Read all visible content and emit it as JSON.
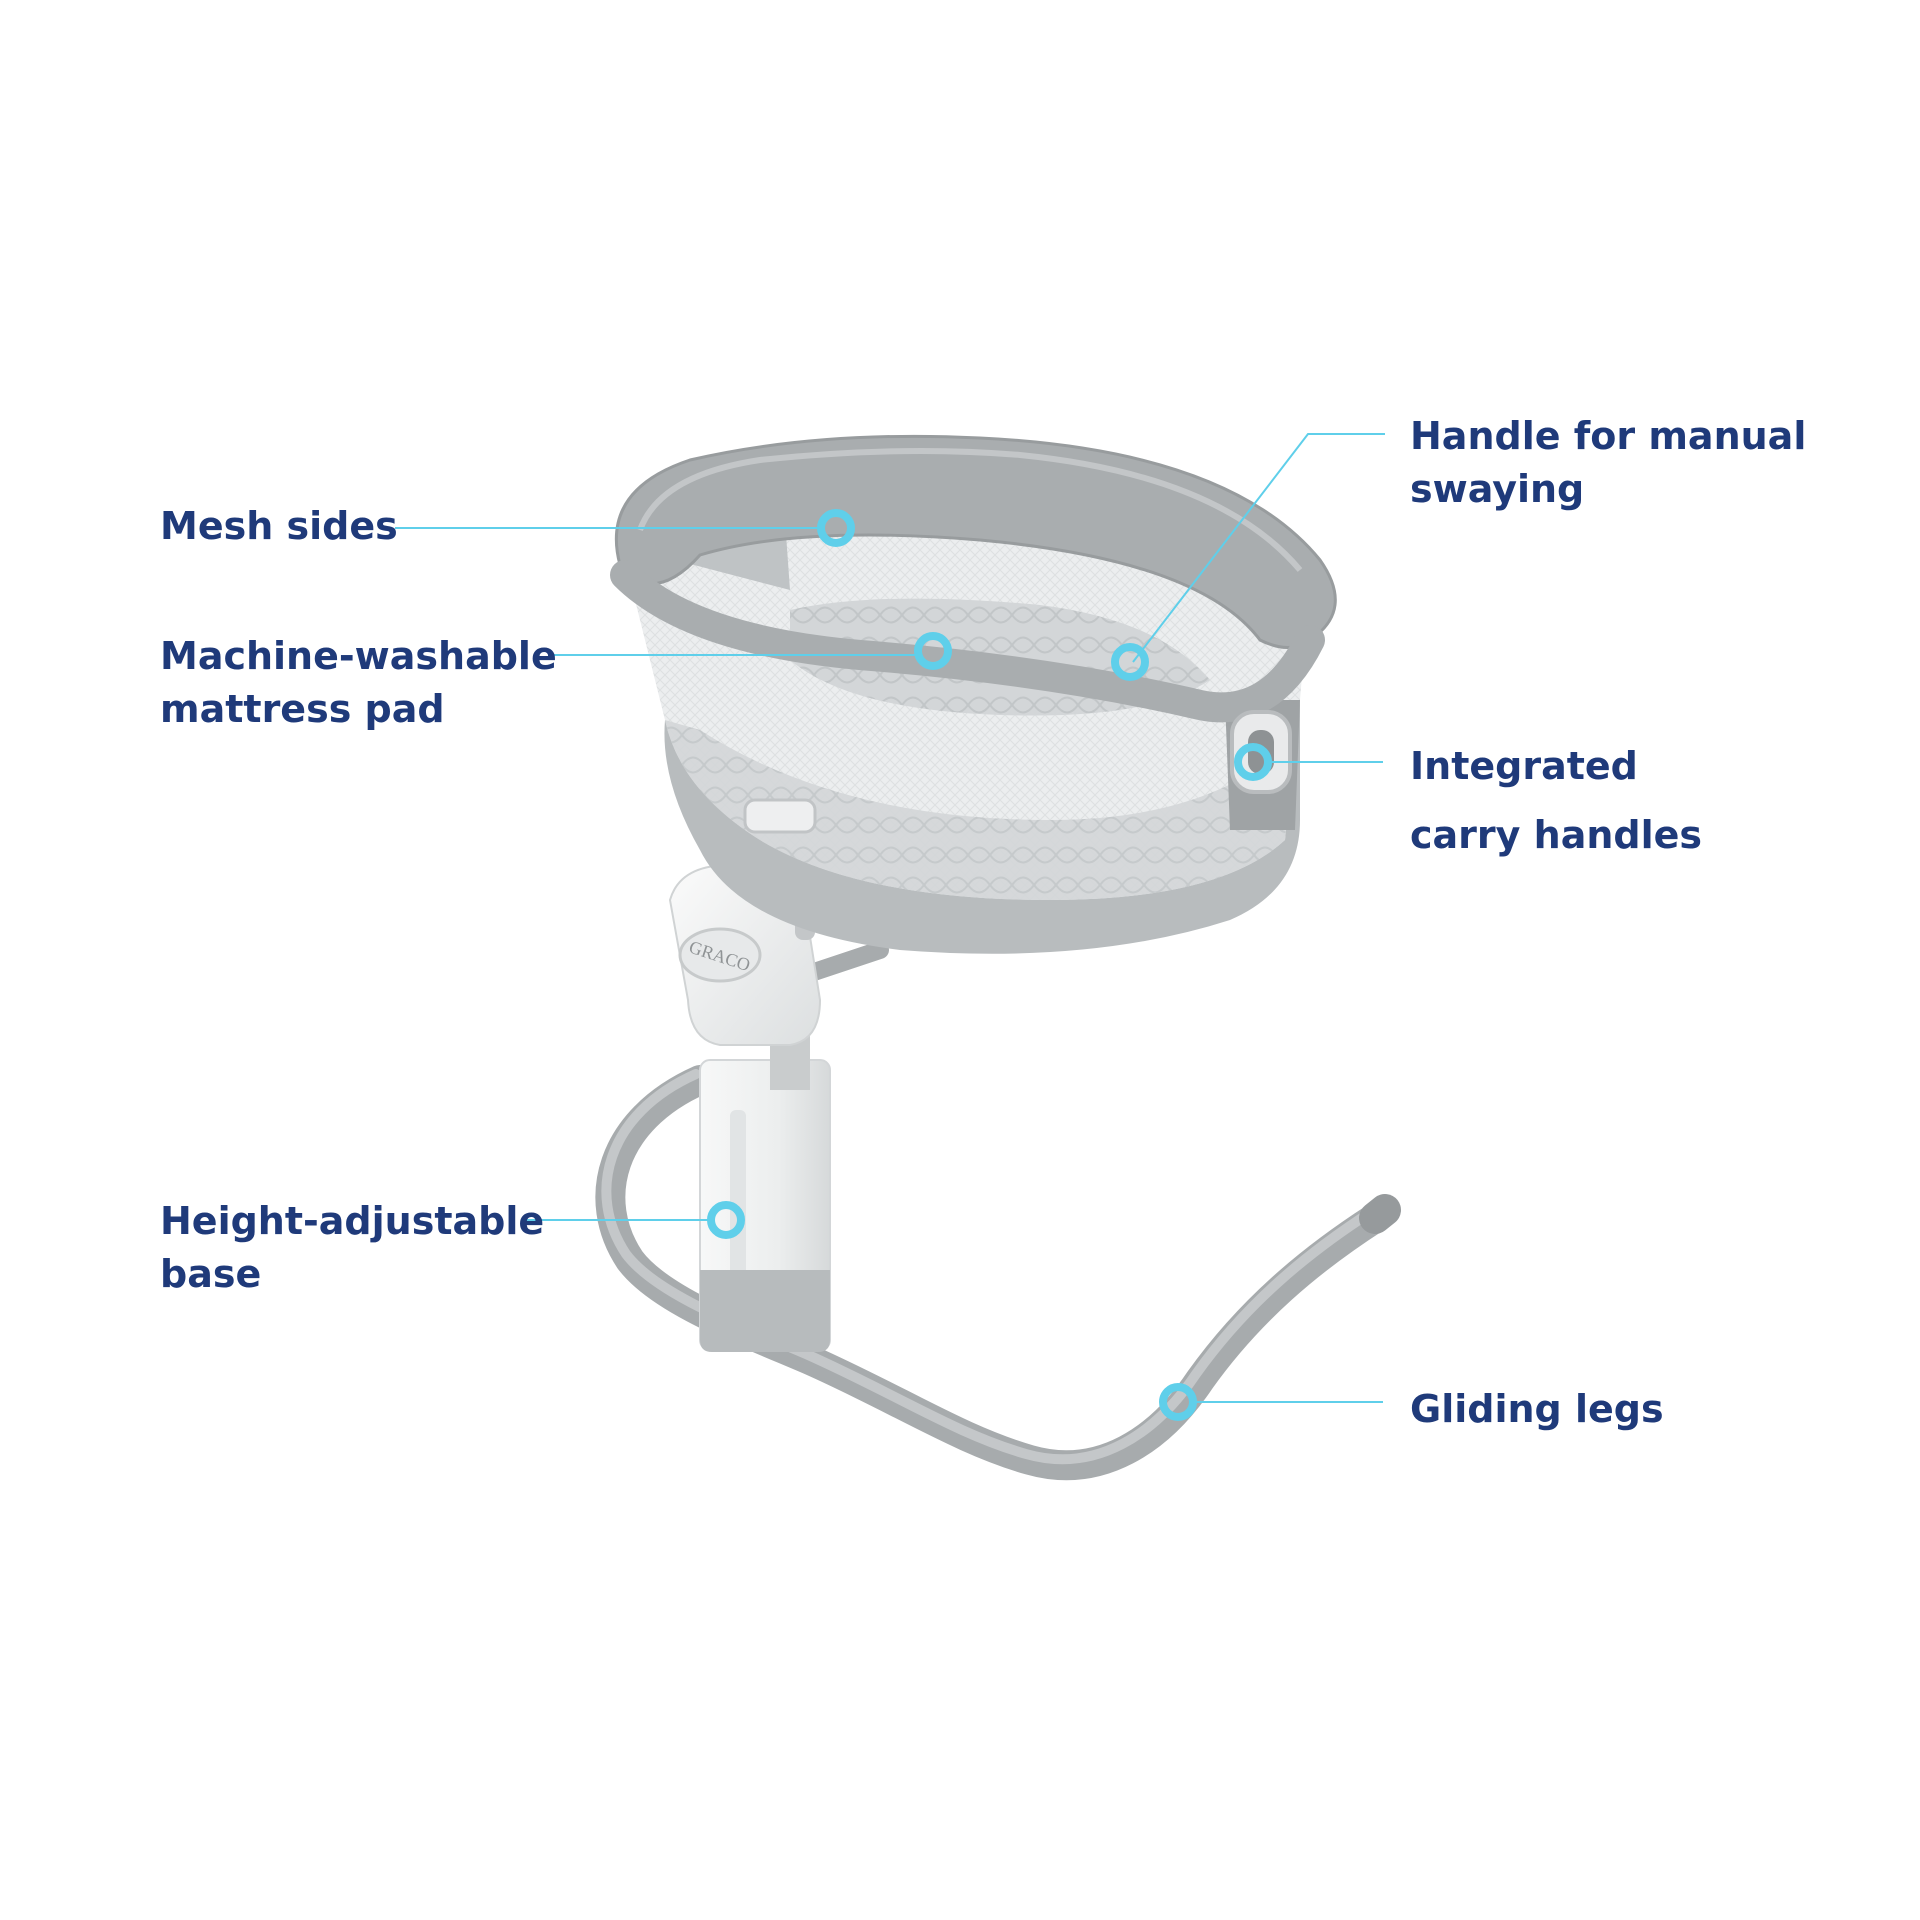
{
  "brand": {
    "logo_text": "GRACO"
  },
  "colors": {
    "label_text": "#1f3a7a",
    "callout_accent": "#5fcfea",
    "product_gray": "#a3a7aa",
    "product_light": "#e6e8e9",
    "base_white": "#f1f2f2"
  },
  "callouts": {
    "mesh_sides": {
      "line1": "Mesh sides"
    },
    "mattress_pad": {
      "line1": "Machine-washable",
      "line2": "mattress pad"
    },
    "swaying_handle": {
      "line1": "Handle for manual",
      "line2": "swaying"
    },
    "carry_handles": {
      "line1": "Integrated",
      "line2": "carry handles"
    },
    "height_base": {
      "line1": "Height-adjustable",
      "line2": "base"
    },
    "gliding_legs": {
      "line1": "Gliding legs"
    }
  }
}
